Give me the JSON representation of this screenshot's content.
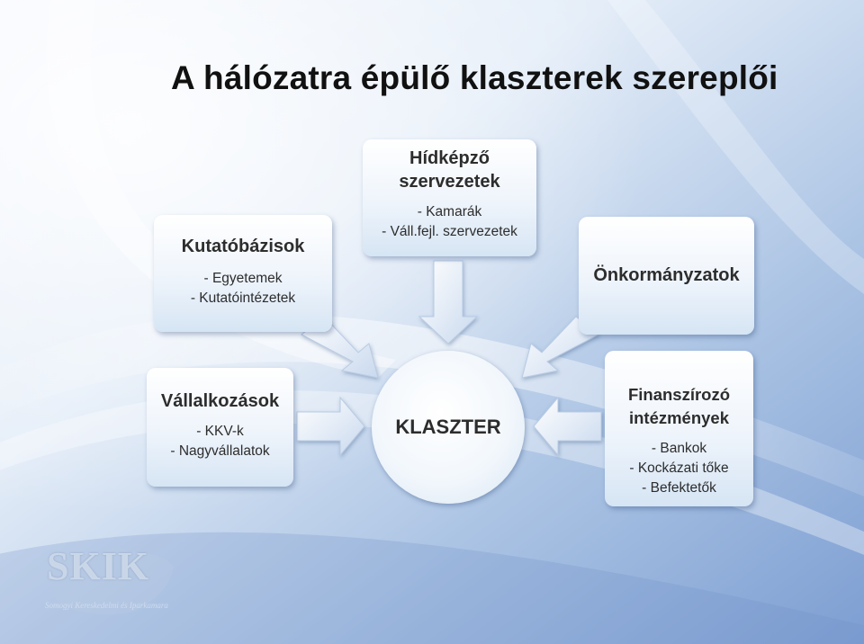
{
  "title": "A hálózatra épülő klaszterek szereplői",
  "diagram": {
    "center": "KLASZTER",
    "boxes": [
      {
        "head_lines": [
          "Hídképző",
          "szervezetek"
        ],
        "items": [
          "- Kamarák",
          "- Váll.fejl. szervezetek"
        ]
      },
      {
        "head_lines": [
          "Kutatóbázisok"
        ],
        "items": [
          "- Egyetemek",
          "- Kutatóintézetek"
        ]
      },
      {
        "head_lines": [
          "Önkormányzatok"
        ],
        "items": []
      },
      {
        "head_lines": [
          "Vállalkozások"
        ],
        "items": [
          "- KKV-k",
          "- Nagyvállalatok"
        ]
      },
      {
        "head_lines": [
          "Finanszírozó",
          "intézmények"
        ],
        "items": [
          "- Bankok",
          "- Kockázati tőke",
          "- Befektetők"
        ]
      }
    ]
  },
  "logo": {
    "text": "SKIK",
    "subtitle": "Somogyi Kereskedelmi és Iparkamara"
  },
  "colors": {
    "background_light": "#e8f0fa",
    "background_dark": "#8fb0dc",
    "arrow": "#dde8f5",
    "box_bottom": "#d6e5f4"
  }
}
